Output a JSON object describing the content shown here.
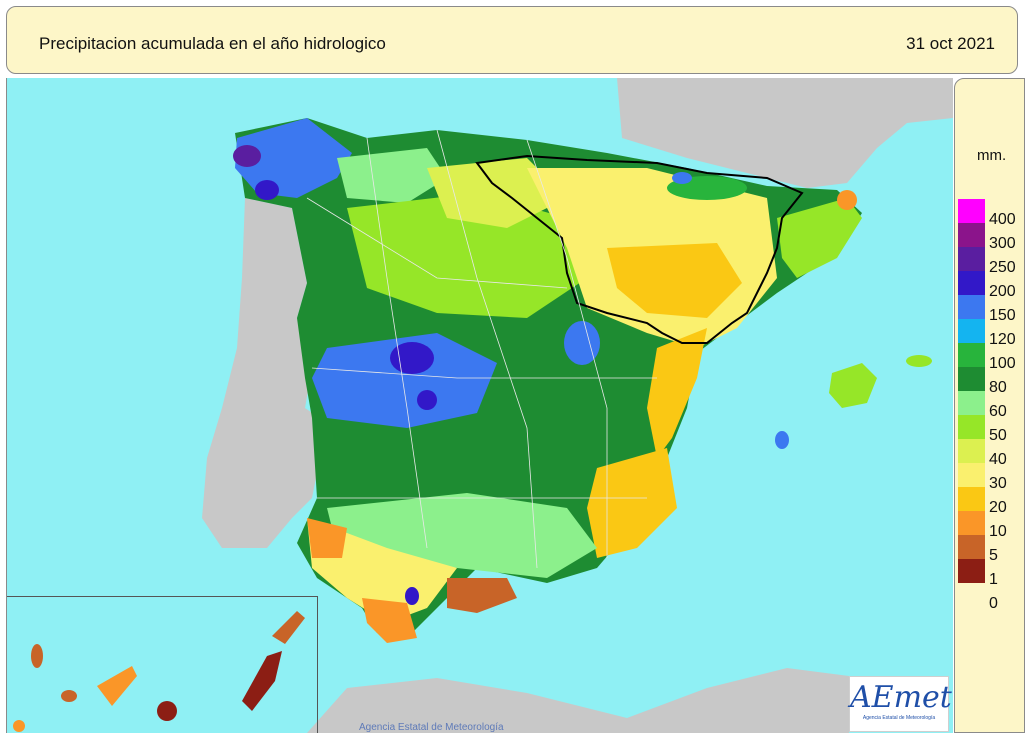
{
  "header": {
    "title": "Precipitacion acumulada en el año hidrologico",
    "date": "31 oct 2021"
  },
  "legend": {
    "unit": "mm.",
    "items": [
      {
        "label": "400",
        "color": "#ff00ff"
      },
      {
        "label": "300",
        "color": "#8b148b"
      },
      {
        "label": "250",
        "color": "#5a1ea0"
      },
      {
        "label": "200",
        "color": "#3218c8"
      },
      {
        "label": "150",
        "color": "#3c78f0"
      },
      {
        "label": "120",
        "color": "#14b4f0"
      },
      {
        "label": "100",
        "color": "#28b43c"
      },
      {
        "label": "80",
        "color": "#1e8c32"
      },
      {
        "label": "60",
        "color": "#8cf08c"
      },
      {
        "label": "50",
        "color": "#96e628"
      },
      {
        "label": "40",
        "color": "#dcf050"
      },
      {
        "label": "30",
        "color": "#faf06e"
      },
      {
        "label": "20",
        "color": "#fac814"
      },
      {
        "label": "10",
        "color": "#fa9628"
      },
      {
        "label": "5",
        "color": "#c86428"
      },
      {
        "label": "1",
        "color": "#8c1e14"
      },
      {
        "label": "0",
        "color": ""
      }
    ]
  },
  "map": {
    "sea_color": "#8ff0f4",
    "land_outside_color": "#c8c8c8",
    "credit": "Agencia Estatal de Meteorología"
  },
  "logo": {
    "text": "AEmet",
    "subtext": "Agencia Estatal de Meteorología"
  }
}
